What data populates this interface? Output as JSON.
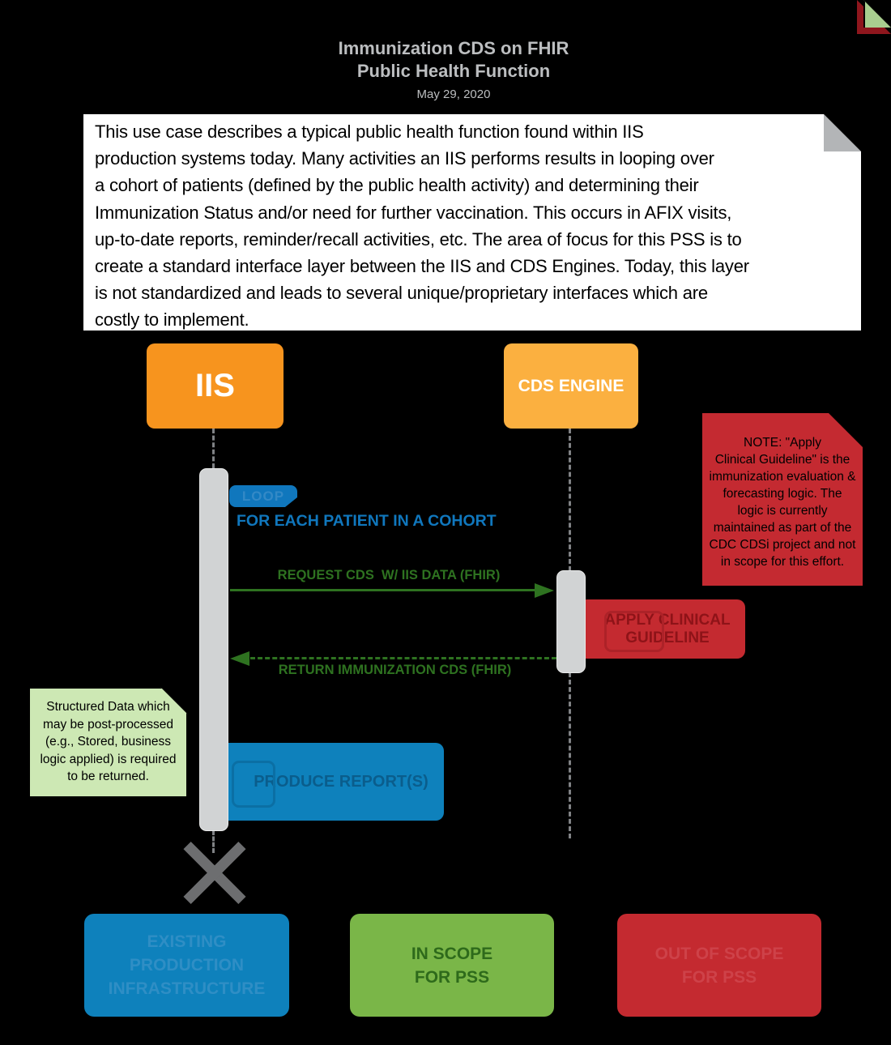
{
  "header": {
    "title_line1": "Immunization CDS on FHIR",
    "title_line2": "Public Health Function",
    "date": "May 29, 2020"
  },
  "description_note": {
    "text": "This use case describes a typical public health function found within IIS\nproduction systems today. Many activities an IIS performs results in looping over\na cohort of patients (defined by the public health activity) and determining their\nImmunization Status and/or need for further vaccination. This occurs in AFIX visits,\nup-to-date reports, reminder/recall activities, etc. The area of focus for this PSS is to\ncreate a standard interface layer between the IIS and CDS Engines. Today, this layer\nis not standardized and leads to several unique/proprietary interfaces which are\ncostly to implement."
  },
  "actors": {
    "iis": {
      "label": "IIS",
      "color": "#F7941E"
    },
    "cds_engine": {
      "label": "CDS ENGINE",
      "color": "#FBB040"
    }
  },
  "loop_fragment": {
    "tag": "LOOP",
    "tag_color": "#1077BD",
    "condition": "FOR EACH PATIENT IN A COHORT",
    "condition_color": "#1077BD"
  },
  "messages": {
    "request": {
      "label": "REQUEST CDS  W/ IIS DATA (FHIR)",
      "color": "#2E7220",
      "style": "solid",
      "direction": "iis-to-cds"
    },
    "return": {
      "label": "RETURN IMMUNIZATION CDS (FHIR)",
      "color": "#2E7220",
      "style": "dashed",
      "direction": "cds-to-iis"
    }
  },
  "activities": {
    "apply_clinical_guideline": {
      "label": "APPLY CLINICAL\nGUIDELINE",
      "color": "#C42A30"
    },
    "produce_reports": {
      "label": "PRODUCE REPORT(S)",
      "color": "#0E81BC"
    }
  },
  "notes": {
    "cds_note": {
      "text": "NOTE: \"Apply\nClinical Guideline\" is the\nimmunization evaluation &\nforecasting logic. The\nlogic is currently\nmaintained as part of the\nCDC CDSi project and not\nin scope for this effort.",
      "color": "#C42A31"
    },
    "return_note": {
      "text": "Structured Data which\nmay be post-processed\n(e.g., Stored, business\nlogic applied) is required\nto be returned.",
      "color": "#CDE8B4"
    }
  },
  "legend": [
    {
      "label": "EXISTING\nPRODUCTION\nINFRASTRUCTURE",
      "color": "#0E81BC"
    },
    {
      "label": "IN SCOPE\nFOR PSS",
      "color": "#7AB648"
    },
    {
      "label": "OUT OF SCOPE\nFOR PSS",
      "color": "#C42A30"
    }
  ]
}
